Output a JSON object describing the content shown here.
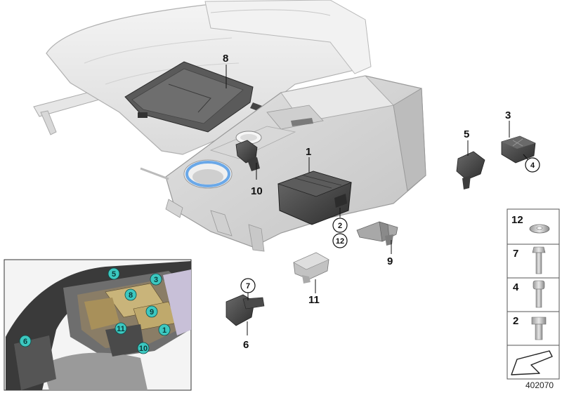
{
  "callouts": {
    "c1": "1",
    "c2": "2",
    "c3": "3",
    "c4": "4",
    "c5": "5",
    "c6": "6",
    "c7": "7",
    "c8": "8",
    "c9": "9",
    "c10": "10",
    "c11": "11",
    "c12": "12"
  },
  "inset": {
    "markers": [
      "5",
      "3",
      "8",
      "9",
      "11",
      "1",
      "10",
      "6"
    ],
    "marker_color": "#3cc8c0"
  },
  "fastener_table": {
    "rows": [
      {
        "label": "12",
        "part": "washer"
      },
      {
        "label": "7",
        "part": "screw"
      },
      {
        "label": "4",
        "part": "screw"
      },
      {
        "label": "2",
        "part": "screw"
      }
    ]
  },
  "figure_number": "402070",
  "colors": {
    "part_dark": "#4a4a4a",
    "console_grey": "#d2d2d2",
    "seat_light": "#ececec",
    "highlight_blue": "#6aa8e8"
  }
}
